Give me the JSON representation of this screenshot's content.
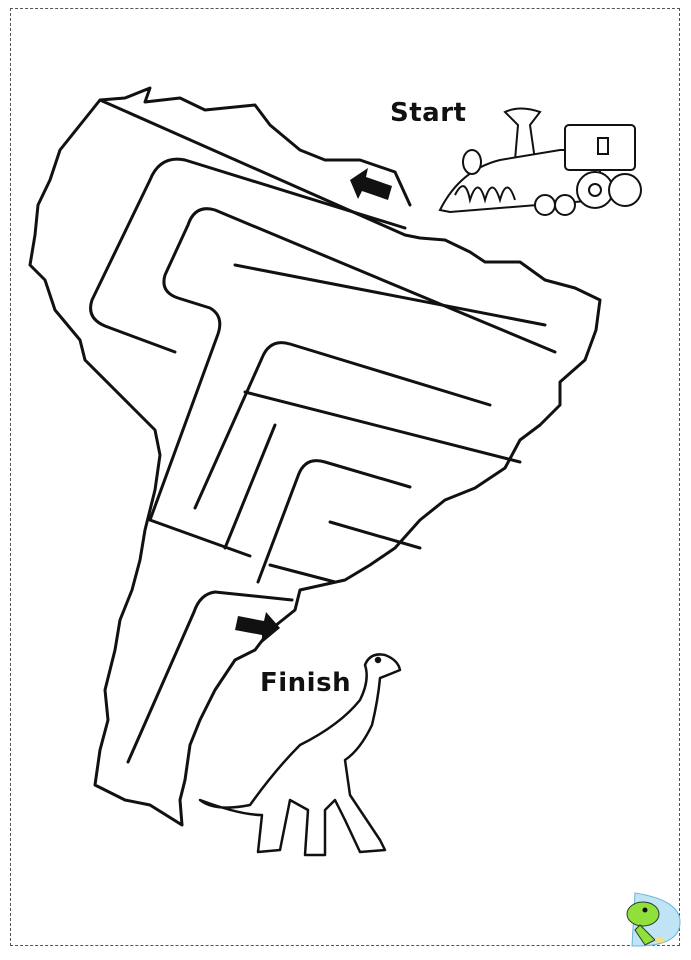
{
  "page": {
    "start_label": "Start",
    "finish_label": "Finish"
  },
  "colors": {
    "ink": "#111111",
    "logo_green": "#8fe03a",
    "logo_blue": "#bfe4f5",
    "logo_yellow": "#f2df86"
  },
  "icons": {
    "start_arrow": "arrow-up-left-icon",
    "finish_arrow": "arrow-right-icon",
    "train": "train-illustration",
    "dinosaur": "dinosaur-illustration",
    "logo": "dino-d-logo"
  }
}
